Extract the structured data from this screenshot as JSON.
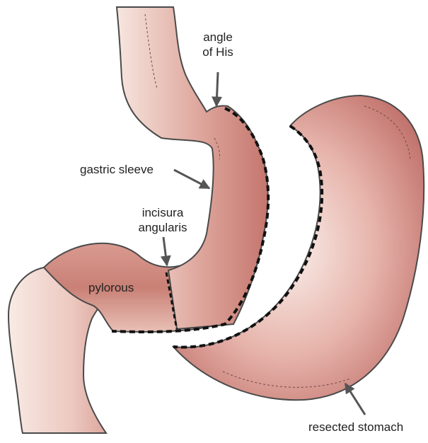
{
  "labels": {
    "angle_line1": "angle",
    "angle_line2": "of His",
    "gastric_sleeve": "gastric sleeve",
    "incisura_line1": "incisura",
    "incisura_line2": "angularis",
    "pylorous": "pylorous",
    "resected_stomach": "resected stomach"
  },
  "colors": {
    "tissue_dark": "#c4766d",
    "tissue_mid": "#dea69c",
    "tissue_light": "#f7e6df",
    "outline": "#4a4a4a",
    "cut_line": "#111111",
    "arrow": "#555555",
    "text": "#222222"
  }
}
